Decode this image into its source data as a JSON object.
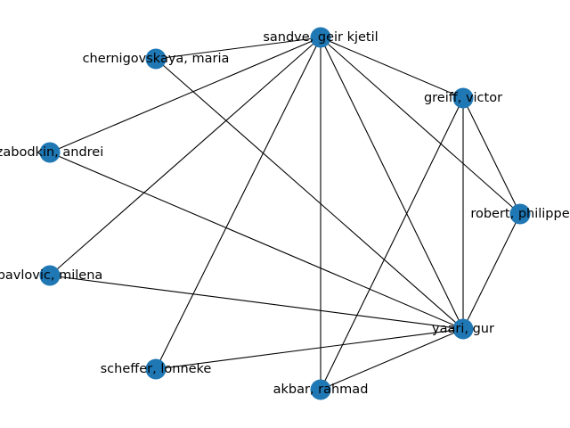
{
  "graph": {
    "node_color": "#1f77b4",
    "edge_color": "#000000",
    "nodes": [
      {
        "id": "sandve",
        "label": "sandve, geir kjetil"
      },
      {
        "id": "chernigovskaya",
        "label": "chernigovskaya, maria"
      },
      {
        "id": "greiff",
        "label": "greiff, victor"
      },
      {
        "id": "zabodkin",
        "label": "zabodkin, andrei"
      },
      {
        "id": "robert",
        "label": "robert, philippe"
      },
      {
        "id": "pavlovic",
        "label": "pavlovic, milena"
      },
      {
        "id": "yaari",
        "label": "yaari, gur"
      },
      {
        "id": "scheffer",
        "label": "scheffer, lonneke"
      },
      {
        "id": "akbar",
        "label": "akbar, rahmad"
      }
    ],
    "edges": [
      [
        "sandve",
        "chernigovskaya"
      ],
      [
        "sandve",
        "zabodkin"
      ],
      [
        "sandve",
        "pavlovic"
      ],
      [
        "sandve",
        "scheffer"
      ],
      [
        "sandve",
        "akbar"
      ],
      [
        "sandve",
        "yaari"
      ],
      [
        "sandve",
        "greiff"
      ],
      [
        "sandve",
        "robert"
      ],
      [
        "chernigovskaya",
        "yaari"
      ],
      [
        "zabodkin",
        "yaari"
      ],
      [
        "pavlovic",
        "yaari"
      ],
      [
        "scheffer",
        "yaari"
      ],
      [
        "akbar",
        "yaari"
      ],
      [
        "greiff",
        "yaari"
      ],
      [
        "greiff",
        "akbar"
      ],
      [
        "greiff",
        "robert"
      ],
      [
        "robert",
        "yaari"
      ]
    ]
  }
}
